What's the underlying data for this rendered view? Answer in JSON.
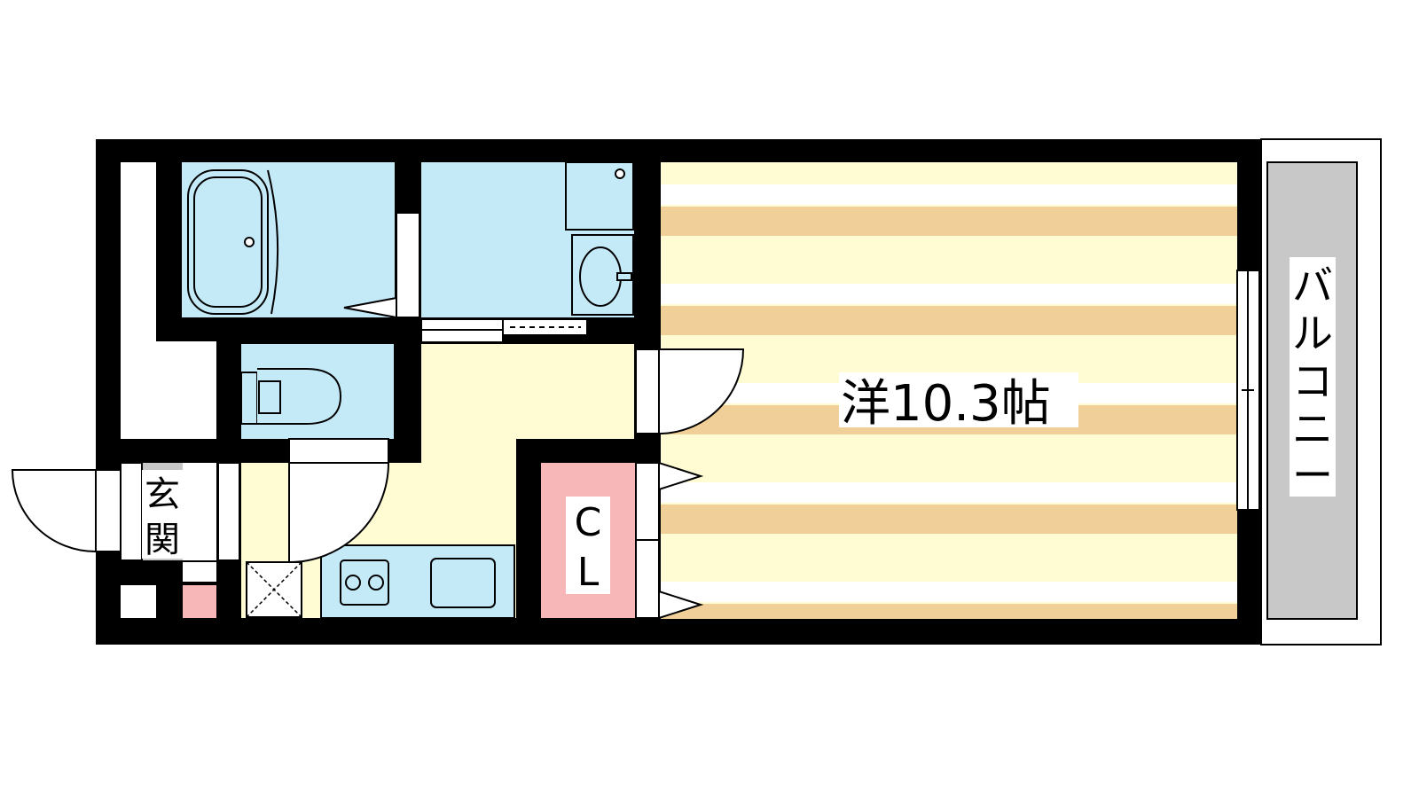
{
  "labels": {
    "room_western": "洋10.3帖",
    "entrance_char1": "玄",
    "entrance_char2": "関",
    "closet_char1": "C",
    "closet_char2": "L",
    "balcony_char1": "バ",
    "balcony_char2": "ル",
    "balcony_char3": "コ",
    "balcony_char4": "ニ",
    "balcony_char5": "ー"
  },
  "colors": {
    "wall": "#000000",
    "wet_area": "#c4e9f7",
    "floor_light": "#fffbd2",
    "floor_stripe": "#f0cf98",
    "closet": "#f7b6b8",
    "storage_pink": "#f7b6b8",
    "balcony": "#c8c8c8",
    "entrance_floor": "#c8c8c8"
  },
  "icons": [
    "bathtub-icon",
    "toilet-icon",
    "washbasin-icon",
    "stove-icon",
    "sink-icon",
    "laundry-pan-icon",
    "door-swing-icon"
  ]
}
